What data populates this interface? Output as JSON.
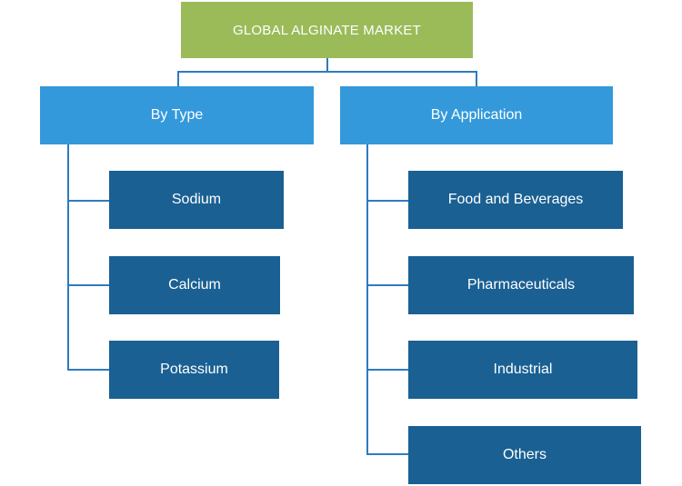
{
  "root": {
    "label": "GLOBAL ALGINATE MARKET"
  },
  "categories": [
    {
      "label": "By Type",
      "items": [
        "Sodium",
        "Calcium",
        "Potassium"
      ]
    },
    {
      "label": "By Application",
      "items": [
        "Food and Beverages",
        "Pharmaceuticals",
        "Industrial",
        "Others"
      ]
    }
  ],
  "colors": {
    "root": "#9bbb59",
    "category": "#3399db",
    "leaf": "#1a6093",
    "connector": "#2e7bbf"
  }
}
